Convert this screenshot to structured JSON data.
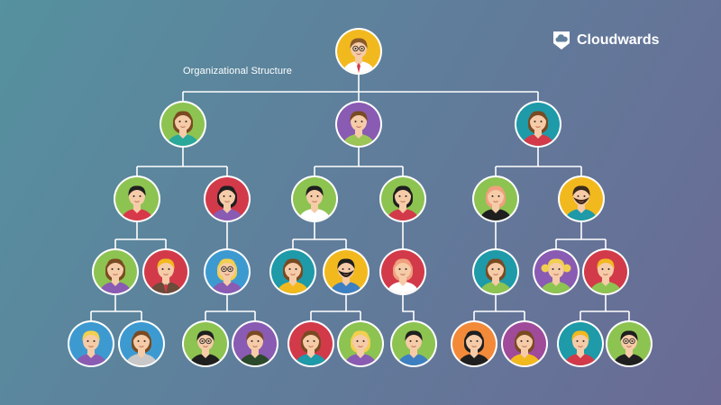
{
  "diagram": {
    "title": "Organizational Structure"
  },
  "brand": {
    "name": "Cloudwards",
    "icon": "cloud-shield-icon"
  },
  "colors": {
    "line": "#ffffff",
    "ring": "#ffffff"
  },
  "nodes": [
    {
      "id": "ceo",
      "bg": "#f2b91f",
      "hair": "#8a5a2b",
      "shirt": "#ffffff",
      "glasses": true,
      "tie": true
    },
    {
      "id": "m1",
      "bg": "#8dc351",
      "hair": "#7a4a22",
      "shirt": "#2aa89a",
      "long": true
    },
    {
      "id": "m2",
      "bg": "#8a5bb2",
      "hair": "#7a4a22",
      "shirt": "#9bc556"
    },
    {
      "id": "m3",
      "bg": "#1e9aa8",
      "hair": "#7a4a22",
      "shirt": "#d23a4a",
      "long": true
    },
    {
      "id": "a1",
      "bg": "#8dc351",
      "hair": "#1f1f1f",
      "shirt": "#d8394a"
    },
    {
      "id": "a2",
      "bg": "#d23a4a",
      "hair": "#1f1f1f",
      "shirt": "#8a5bb2",
      "long": true
    },
    {
      "id": "b1",
      "bg": "#8dc351",
      "hair": "#1f1f1f",
      "shirt": "#ffffff"
    },
    {
      "id": "b2",
      "bg": "#8dc351",
      "hair": "#1f1f1f",
      "shirt": "#d23a4a",
      "long": true
    },
    {
      "id": "c1",
      "bg": "#8dc351",
      "hair": "#f0a07e",
      "shirt": "#1f1f1f",
      "long": true
    },
    {
      "id": "c2",
      "bg": "#f2b91f",
      "hair": "#3a2a1c",
      "shirt": "#1e9aa8",
      "beard": true
    },
    {
      "id": "a11",
      "bg": "#8dc351",
      "hair": "#7a4a22",
      "shirt": "#8a5bb2",
      "long": true
    },
    {
      "id": "a12",
      "bg": "#d23a4a",
      "hair": "#f2b91f",
      "shirt": "#6b4b3a",
      "tie": true
    },
    {
      "id": "a21",
      "bg": "#3d9ad1",
      "hair": "#f2cf4f",
      "shirt": "#8a5bb2",
      "long": true,
      "glasses": true
    },
    {
      "id": "b11",
      "bg": "#1e9aa8",
      "hair": "#7a4a22",
      "shirt": "#f2b91f",
      "long": true
    },
    {
      "id": "b12",
      "bg": "#f2b91f",
      "hair": "#1f1f1f",
      "shirt": "#3d7fc1",
      "beard": true
    },
    {
      "id": "b21",
      "bg": "#d23a4a",
      "hair": "#f0a07e",
      "shirt": "#ffffff",
      "long": true
    },
    {
      "id": "c11",
      "bg": "#1e9aa8",
      "hair": "#7a4a22",
      "shirt": "#8dc351",
      "long": true
    },
    {
      "id": "c21",
      "bg": "#8a5bb2",
      "hair": "#f2cf4f",
      "shirt": "#8dc351",
      "pigtails": true
    },
    {
      "id": "c22",
      "bg": "#d23a4a",
      "hair": "#f2b91f",
      "shirt": "#8dc351"
    },
    {
      "id": "a111",
      "bg": "#3d9ad1",
      "hair": "#f2cf4f",
      "shirt": "#8a5bb2"
    },
    {
      "id": "a112",
      "bg": "#3d9ad1",
      "hair": "#7a4a22",
      "shirt": "#c8c8c8",
      "long": true
    },
    {
      "id": "a211",
      "bg": "#8dc351",
      "hair": "#1f1f1f",
      "shirt": "#1f1f1f",
      "glasses": true
    },
    {
      "id": "a212",
      "bg": "#8a5bb2",
      "hair": "#7a4a22",
      "shirt": "#2b4a2b"
    },
    {
      "id": "b121",
      "bg": "#d23a4a",
      "hair": "#7a4a22",
      "shirt": "#1e9aa8",
      "long": true
    },
    {
      "id": "b122",
      "bg": "#8dc351",
      "hair": "#f2cf4f",
      "shirt": "#8a5bb2",
      "long": true
    },
    {
      "id": "b211",
      "bg": "#8dc351",
      "hair": "#1f1f1f",
      "shirt": "#3d7fc1"
    },
    {
      "id": "c111",
      "bg": "#f28a3a",
      "hair": "#1f1f1f",
      "shirt": "#1f1f1f",
      "long": true
    },
    {
      "id": "c112",
      "bg": "#a04a9a",
      "hair": "#7a4a22",
      "shirt": "#f2b91f",
      "long": true
    },
    {
      "id": "c221",
      "bg": "#1e9aa8",
      "hair": "#f2b91f",
      "shirt": "#d23a4a"
    },
    {
      "id": "c222",
      "bg": "#8dc351",
      "hair": "#1f1f1f",
      "shirt": "#1f1f1f",
      "glasses": true
    }
  ],
  "edges": [
    [
      "ceo",
      [
        "m1",
        "m2",
        "m3"
      ]
    ],
    [
      "m1",
      [
        "a1",
        "a2"
      ]
    ],
    [
      "m2",
      [
        "b1",
        "b2"
      ]
    ],
    [
      "m3",
      [
        "c1",
        "c2"
      ]
    ],
    [
      "a1",
      [
        "a11",
        "a12"
      ]
    ],
    [
      "a2",
      [
        "a21"
      ]
    ],
    [
      "b1",
      [
        "b11",
        "b12"
      ]
    ],
    [
      "b2",
      [
        "b21"
      ]
    ],
    [
      "c1",
      [
        "c11"
      ]
    ],
    [
      "c2",
      [
        "c21",
        "c22"
      ]
    ],
    [
      "a11",
      [
        "a111",
        "a112"
      ]
    ],
    [
      "a21",
      [
        "a211",
        "a212"
      ]
    ],
    [
      "b12",
      [
        "b121",
        "b122"
      ]
    ],
    [
      "b21",
      [
        "b211"
      ]
    ],
    [
      "c11",
      [
        "c111",
        "c112"
      ]
    ],
    [
      "c22",
      [
        "c221",
        "c222"
      ]
    ]
  ]
}
